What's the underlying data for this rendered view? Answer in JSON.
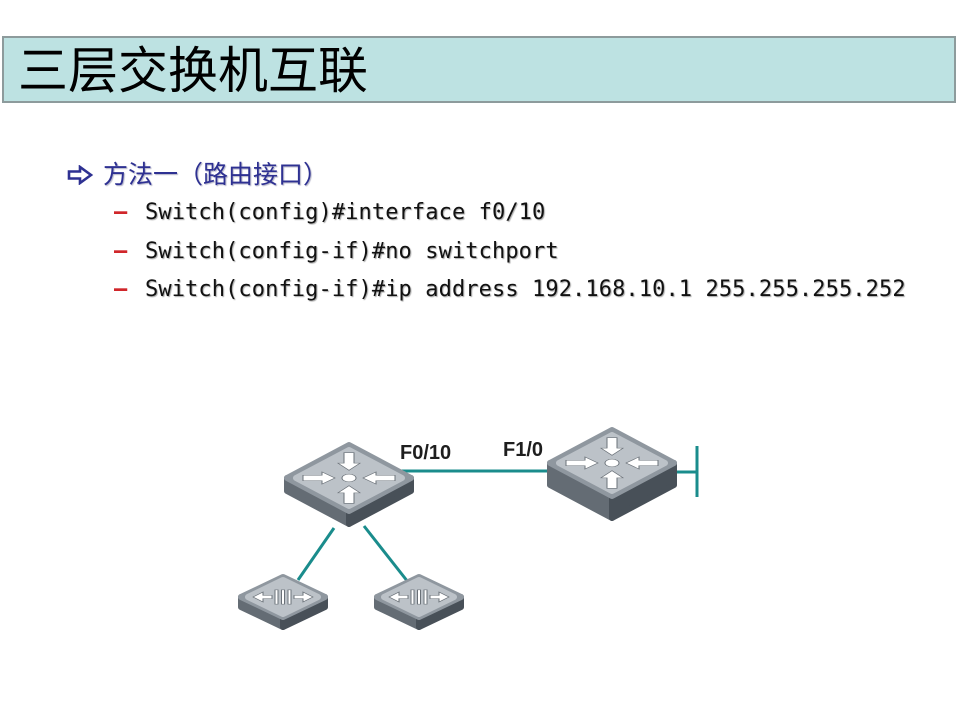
{
  "slide": {
    "title": "三层交换机互联",
    "bullet": {
      "icon": "arrow-right-icon",
      "text": "方法一（路由接口）",
      "sub_marker": "–",
      "commands": [
        "Switch(config)#interface f0/10",
        "Switch(config-if)#no switchport",
        "Switch(config-if)#ip address 192.168.10.1 255.255.255.252"
      ]
    }
  },
  "diagram": {
    "devices": [
      {
        "icon": "layer3-switch-icon",
        "port_label": "F0/10"
      },
      {
        "icon": "layer3-switch-icon",
        "port_label": "F1/0"
      },
      {
        "icon": "layer2-switch-icon"
      },
      {
        "icon": "layer2-switch-icon"
      }
    ]
  },
  "colors": {
    "title_bg": "#bde2e2",
    "title_border": "#8d9b9c",
    "bullet_text": "#2e3192",
    "dash_marker": "#d0262a",
    "link": "#1a8c8c"
  }
}
